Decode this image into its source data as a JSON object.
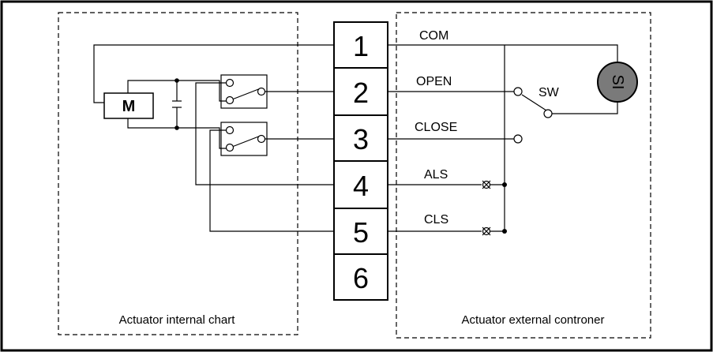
{
  "terminals": [
    "1",
    "2",
    "3",
    "4",
    "5",
    "6"
  ],
  "signals": {
    "com": "COM",
    "open": "OPEN",
    "close": "CLOSE",
    "als": "ALS",
    "cls": "CLS"
  },
  "components": {
    "motor": "M",
    "switch": "SW",
    "indicator": "SI"
  },
  "captions": {
    "internal": "Actuator internal chart",
    "external": "Actuator external controner"
  }
}
